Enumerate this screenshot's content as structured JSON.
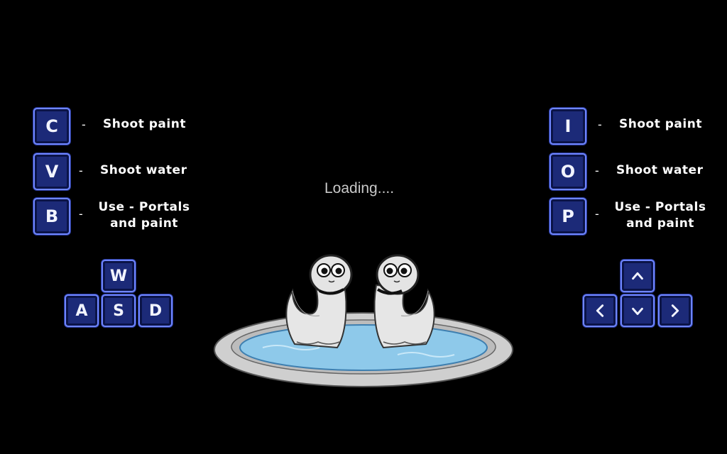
{
  "loading_text": "Loading....",
  "left_controls": {
    "rows": [
      {
        "key": "C",
        "label": "Shoot paint"
      },
      {
        "key": "V",
        "label": "Shoot water"
      },
      {
        "key": "B",
        "label_line1": "Use - Portals",
        "label_line2": "and paint"
      }
    ],
    "movement": [
      "W",
      "A",
      "S",
      "D"
    ]
  },
  "right_controls": {
    "rows": [
      {
        "key": "I",
        "label": "Shoot paint"
      },
      {
        "key": "O",
        "label": "Shoot water"
      },
      {
        "key": "P",
        "label_line1": "Use - Portals",
        "label_line2": "and paint"
      }
    ],
    "movement_icons": [
      "arrow-up-icon",
      "arrow-left-icon",
      "arrow-down-icon",
      "arrow-right-icon"
    ]
  },
  "dash": "-",
  "colors": {
    "key_fill": "#1c2a78",
    "key_border": "#6f86ff",
    "water": "#8ec9ea"
  }
}
